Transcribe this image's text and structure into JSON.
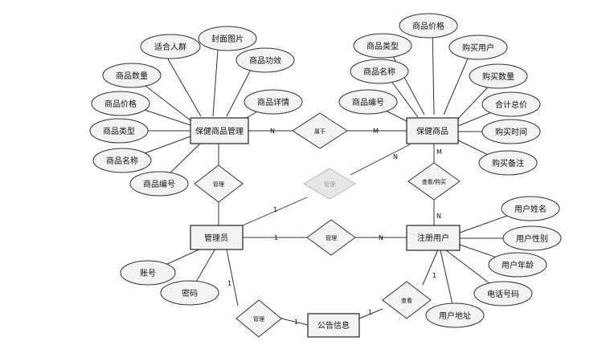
{
  "entities": {
    "health_product_mgmt": "保健商品管理",
    "health_product": "保健商品",
    "admin": "管理员",
    "registered_user": "注册用户",
    "announcement": "公告信息"
  },
  "relationships": {
    "belongs_to": "属于",
    "manage_top": "管理",
    "manage_faded": "管理",
    "manage_users": "管理",
    "purchase": "查看/购买",
    "manage_announcement": "管理",
    "view": "查看"
  },
  "attributes": {
    "mgmt": {
      "suitable_people": "适合人群",
      "cover_image": "封面图片",
      "product_effect": "商品功效",
      "product_quantity": "商品数量",
      "product_price": "商品价格",
      "product_details": "商品详情",
      "product_type": "商品类型",
      "product_name": "商品名称",
      "product_id": "商品编号"
    },
    "product": {
      "product_price": "商品价格",
      "product_type": "商品类型",
      "buyer": "购买用户",
      "product_name": "商品名称",
      "purchase_quantity": "购买数量",
      "product_id": "商品编号",
      "total_price": "合计总价",
      "purchase_time": "购买时间",
      "purchase_note": "购买备注"
    },
    "admin": {
      "account": "账号",
      "password": "密码"
    },
    "user": {
      "user_name": "用户姓名",
      "user_gender": "用户性别",
      "user_age": "用户年龄",
      "phone": "电话号码",
      "user_address": "用户地址"
    }
  },
  "cardinalities": {
    "mgmt_belongs": "N",
    "product_belongs": "M",
    "product_manage_faded": "N",
    "admin_manage_faded": "1",
    "admin_manage_users": "1",
    "users_manage_users": "N",
    "product_purchase": "M",
    "user_purchase": "N",
    "admin_announcement": "1",
    "announcement_admin": "1",
    "announcement_view": "1",
    "user_view": "1"
  }
}
